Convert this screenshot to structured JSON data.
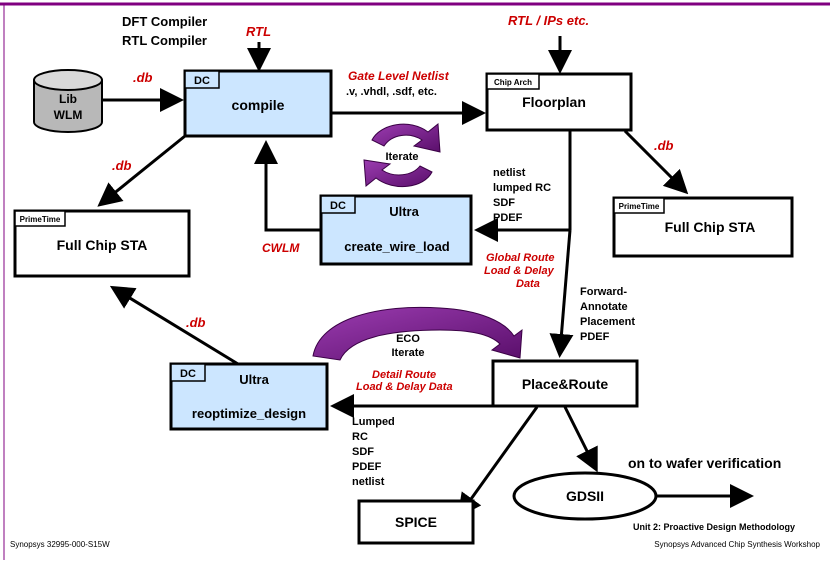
{
  "header": {
    "tools_line1": "DFT Compiler",
    "tools_line2": "RTL Compiler",
    "rtl_input": "RTL",
    "rtl_ips_input": "RTL / IPs etc."
  },
  "lib_db": {
    "line1": "Lib",
    "line2": "WLM",
    "out_label": ".db"
  },
  "compile_box": {
    "tag": "DC",
    "name": "compile"
  },
  "gate_level": {
    "title": "Gate Level Netlist",
    "formats": ".v, .vhdl, .sdf, etc."
  },
  "floorplan_box": {
    "tag": "Chip Arch",
    "name": "Floorplan"
  },
  "iterate1": "Iterate",
  "left_sta": {
    "tag": "PrimeTime",
    "name": "Full Chip STA",
    "db_label": ".db"
  },
  "right_sta": {
    "tag": "PrimeTime",
    "name": "Full Chip STA",
    "db_label": ".db"
  },
  "wire_load_box": {
    "tag": "DC",
    "tool": "Ultra",
    "name": "create_wire_load"
  },
  "cwlm": "CWLM",
  "netlist_list": [
    "netlist",
    "lumped RC",
    "SDF",
    "PDEF"
  ],
  "global_route": [
    "Global Route",
    "Load & Delay",
    "Data"
  ],
  "forward_list": [
    "Forward-",
    "Annotate",
    "Placement",
    "PDEF"
  ],
  "eco": [
    "ECO",
    "Iterate"
  ],
  "reopt_box": {
    "tag": "DC",
    "tool": "Ultra",
    "name": "reoptimize_design",
    "db_label": ".db"
  },
  "detail_route": [
    "Detail Route",
    "Load & Delay Data"
  ],
  "place_route": "Place&Route",
  "lumped_list": [
    "Lumped",
    "RC",
    "SDF",
    "PDEF",
    "netlist"
  ],
  "wafer": "on to wafer verification",
  "gdsii": "GDSII",
  "spice": "SPICE",
  "footer": {
    "left": "Synopsys 32995-000-S15W",
    "unit": "Unit 2: Proactive Design Methodology",
    "workshop": "Synopsys Advanced Chip Synthesis Workshop"
  },
  "colors": {
    "accent_line": "#800080",
    "box_fill": "#cce6ff",
    "red_text": "#cc0000",
    "arc_purple": "#7a1a8c"
  }
}
